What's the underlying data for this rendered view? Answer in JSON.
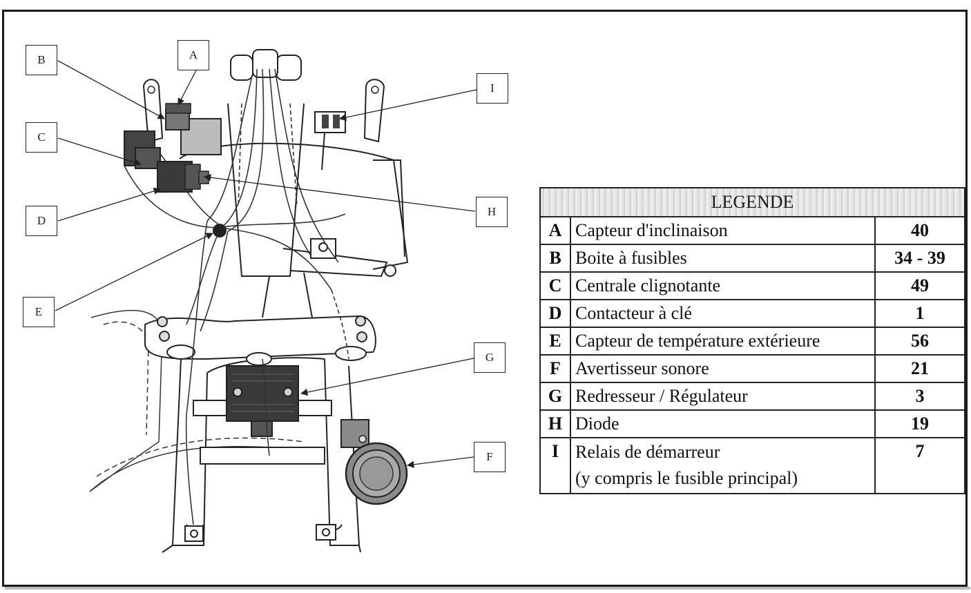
{
  "callouts": {
    "A": "A",
    "B": "B",
    "C": "C",
    "D": "D",
    "E": "E",
    "F": "F",
    "G": "G",
    "H": "H",
    "I": "I"
  },
  "legend": {
    "title": "LEGENDE",
    "rows": [
      {
        "letter": "A",
        "description": "Capteur d'inclinaison",
        "page": "40"
      },
      {
        "letter": "B",
        "description": "Boite à fusibles",
        "page": "34 - 39"
      },
      {
        "letter": "C",
        "description": "Centrale clignotante",
        "page": "49"
      },
      {
        "letter": "D",
        "description": "Contacteur à clé",
        "page": "1"
      },
      {
        "letter": "E",
        "description": "Capteur de température extérieure",
        "page": "56"
      },
      {
        "letter": "F",
        "description": "Avertisseur sonore",
        "page": "21"
      },
      {
        "letter": "G",
        "description": "Redresseur / Régulateur",
        "page": "3"
      },
      {
        "letter": "H",
        "description": "Diode",
        "page": "19"
      },
      {
        "letter": "I",
        "description": "Relais de démarreur",
        "description_line2": "(y compris le fusible principal)",
        "page": "7"
      }
    ]
  },
  "colors": {
    "ink": "#222222",
    "component_dark": "#3a3a3a",
    "component_mid": "#8a8a8a",
    "component_light": "#bcbcbc"
  }
}
